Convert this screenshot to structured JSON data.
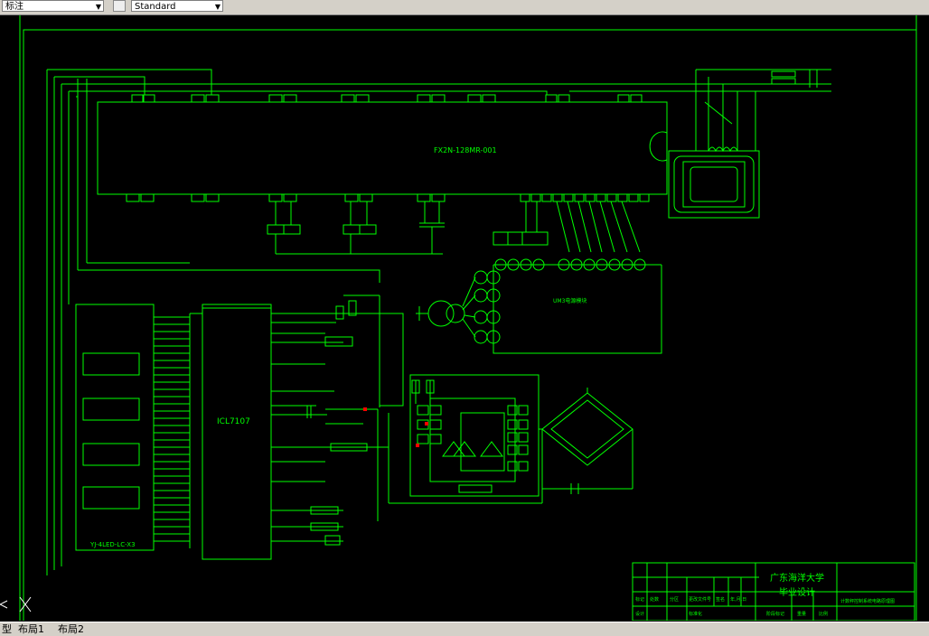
{
  "toolbar": {
    "layer_combo": "标注",
    "style_combo": "Standard"
  },
  "drawing": {
    "plc_label": "FX2N-128MR-001",
    "chip_label": "ICL7107",
    "display_label": "YJ-4LED-LC-X3",
    "power_module_label": "UM3电源模块",
    "title_block": {
      "school": "广东海洋大学",
      "project": "毕业设计",
      "drawing_name": "计数秤控制系统电路原理图",
      "cells": [
        "标记",
        "处数",
        "分区",
        "更改文件号",
        "签名",
        "年,月,日",
        "设计",
        "标准化",
        "阶段标记",
        "重量",
        "比例"
      ]
    }
  },
  "layout_tabs": {
    "model": "型",
    "layout1": "布局1",
    "layout2": "布局2"
  },
  "colors": {
    "line": "#00ff00",
    "accent": "#ff0000",
    "background": "#000000"
  }
}
